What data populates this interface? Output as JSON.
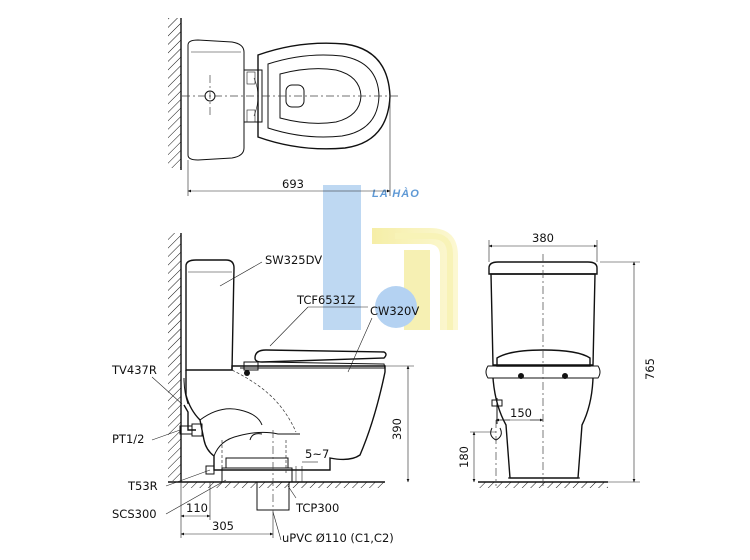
{
  "watermark": {
    "brand_text": "LA HÀO"
  },
  "top_view": {
    "length_dim": "693"
  },
  "side_view": {
    "parts": {
      "tank": "SW325DV",
      "seat": "TCF6531Z",
      "bowl": "CW320V",
      "angle_valve": "TV437R",
      "pipe_fitting": "PT1/2",
      "bolts": "T53R",
      "flange": "SCS300",
      "trap_adapter": "TCP300",
      "drain_pipe": "uPVC Ø110 (C1,C2)"
    },
    "dims": {
      "bowl_height": "390",
      "drain_gap": "5~7",
      "wall_to_supply": "110",
      "wall_to_drain": "305"
    }
  },
  "front_view": {
    "dims": {
      "width": "380",
      "total_height": "765",
      "supply_offset": "150",
      "supply_height": "180"
    }
  }
}
